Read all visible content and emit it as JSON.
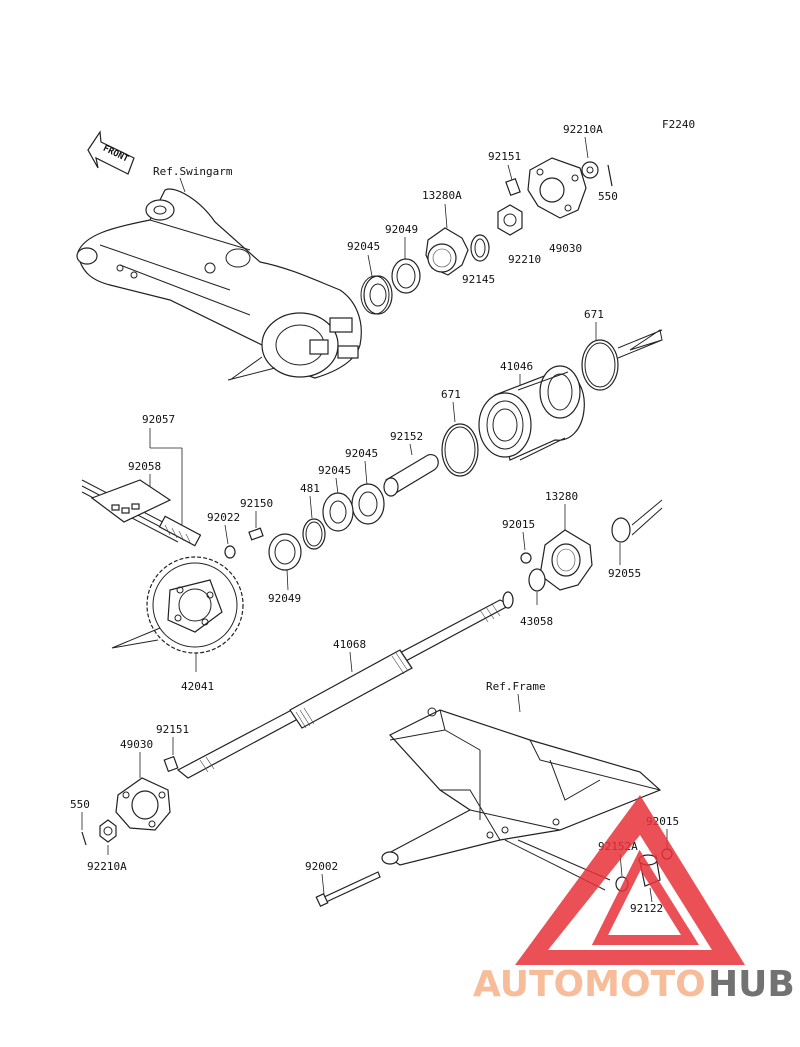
{
  "figure_code": "F2240",
  "front_label": "FRONT",
  "ref_swingarm": "Ref.Swingarm",
  "ref_frame": "Ref.Frame",
  "parts": {
    "p92210A_top": "92210A",
    "p92151_top": "92151",
    "p550_top": "550",
    "p13280A": "13280A",
    "p92049_top": "92049",
    "p92045_top": "92045",
    "p92145": "92145",
    "p92210": "92210",
    "p49030_top": "49030",
    "p671_top": "671",
    "p41046": "41046",
    "p671_mid": "671",
    "p92152": "92152",
    "p92045_mid_a": "92045",
    "p92045_mid_b": "92045",
    "p481": "481",
    "p92150": "92150",
    "p92022": "92022",
    "p92057": "92057",
    "p92058": "92058",
    "p92049_mid": "92049",
    "p13280": "13280",
    "p92015_mid": "92015",
    "p92055": "92055",
    "p43058": "43058",
    "p41068": "41068",
    "p42041": "42041",
    "p92151_bot": "92151",
    "p49030_bot": "49030",
    "p550_bot": "550",
    "p92210A_bot": "92210A",
    "p92002": "92002",
    "p92015_bot": "92015",
    "p92152A": "92152A",
    "p92122": "92122"
  },
  "watermark": {
    "part1": "AUTOMOTO",
    "part2": "HUB",
    "color1": "#f6b28a",
    "color2": "#5a5a5a",
    "triangle_color": "#e8323a"
  }
}
